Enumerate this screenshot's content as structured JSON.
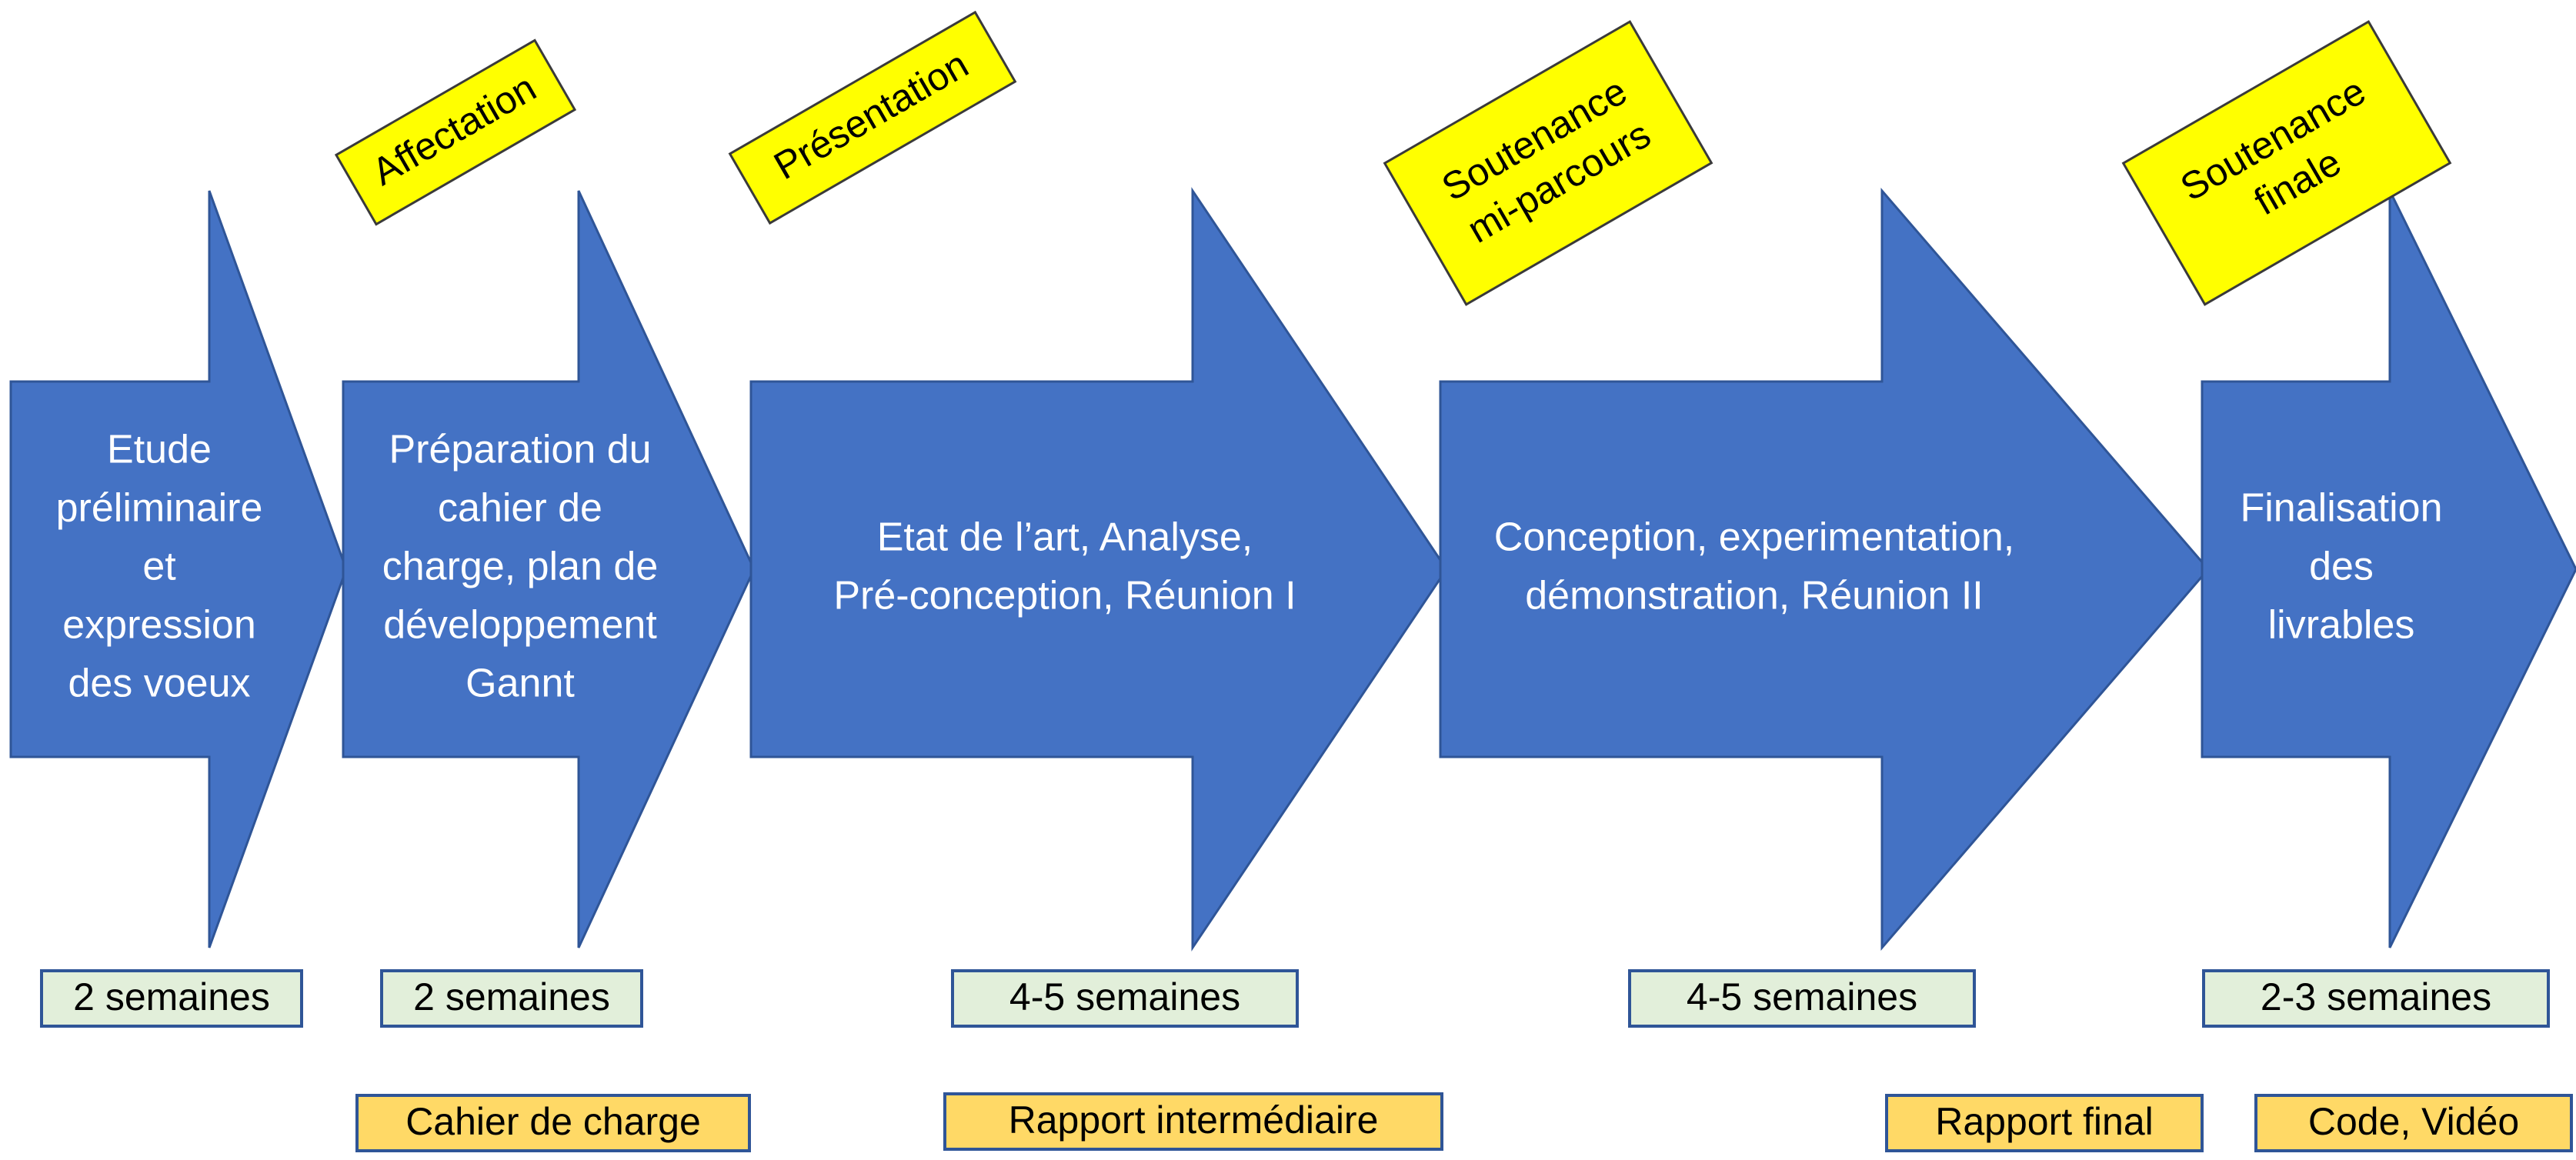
{
  "phases": [
    {
      "lines": [
        "Etude",
        "préliminaire",
        "et",
        "expression",
        "des voeux"
      ]
    },
    {
      "lines": [
        "Préparation du",
        "cahier de",
        "charge, plan de",
        "développement",
        "Gannt"
      ]
    },
    {
      "lines": [
        "Etat de l’art, Analyse,",
        "Pré-conception, Réunion I"
      ]
    },
    {
      "lines": [
        "Conception, experimentation,",
        "démonstration, Réunion II"
      ]
    },
    {
      "lines": [
        "Finalisation",
        "des",
        "livrables"
      ]
    }
  ],
  "milestones": [
    {
      "lines": [
        "Affectation"
      ]
    },
    {
      "lines": [
        "Présentation"
      ]
    },
    {
      "lines": [
        "Soutenance",
        "mi-parcours"
      ]
    },
    {
      "lines": [
        "Soutenance",
        "finale"
      ]
    }
  ],
  "durations": [
    "2 semaines",
    "2 semaines",
    "4-5 semaines",
    "4-5 semaines",
    "2-3 semaines"
  ],
  "deliverables": [
    "Cahier de charge",
    "Rapport intermédiaire",
    "Rapport final",
    "Code, Vidéo"
  ],
  "colors": {
    "arrow_fill": "#4472c4",
    "arrow_border": "#2f5597",
    "milestone_fill": "#ffff00",
    "duration_fill": "#e2efda",
    "deliverable_fill": "#ffd966"
  }
}
